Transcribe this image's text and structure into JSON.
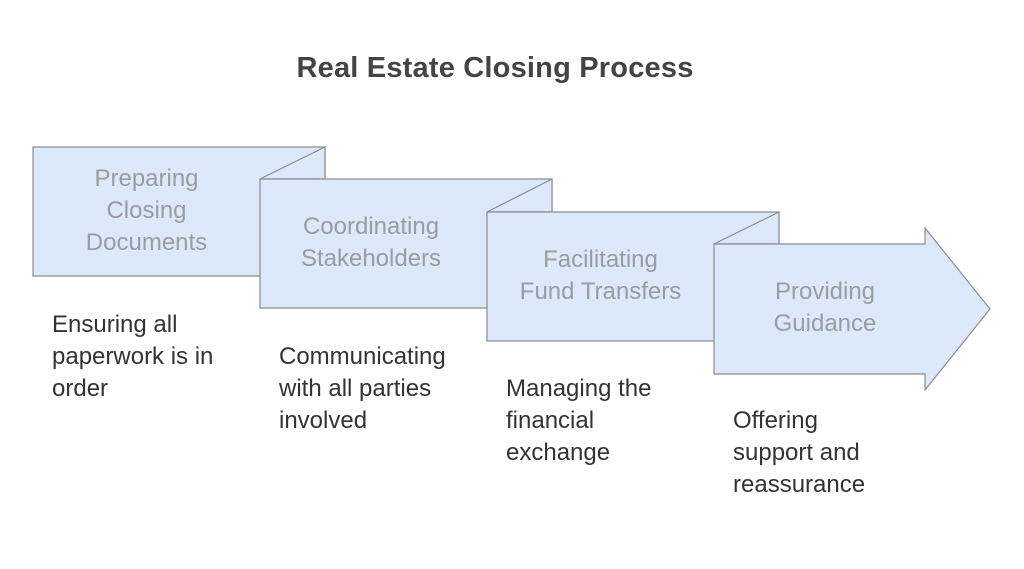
{
  "title": "Real Estate Closing Process",
  "colors": {
    "box_fill": "#dce8fc",
    "box_stroke": "#8c8c8c",
    "step_text": "#9c9c9c",
    "desc_text": "#333333",
    "title_text": "#444444"
  },
  "steps": [
    {
      "title_lines": [
        "Preparing",
        "Closing",
        "Documents"
      ],
      "desc_lines": [
        "Ensuring all",
        "paperwork is in",
        "order"
      ]
    },
    {
      "title_lines": [
        "Coordinating",
        "Stakeholders"
      ],
      "desc_lines": [
        "Communicating",
        "with all parties",
        "involved"
      ]
    },
    {
      "title_lines": [
        "Facilitating",
        "Fund Transfers"
      ],
      "desc_lines": [
        "Managing the",
        "financial",
        "exchange"
      ]
    },
    {
      "title_lines": [
        "Providing",
        "Guidance"
      ],
      "desc_lines": [
        "Offering",
        "support and",
        "reassurance"
      ]
    }
  ]
}
